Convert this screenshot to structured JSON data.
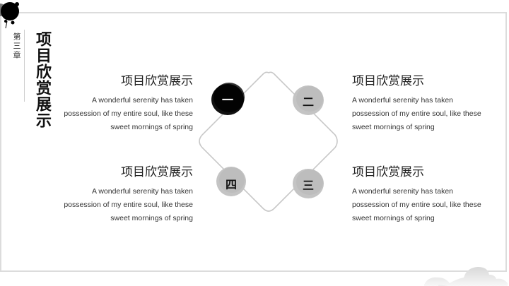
{
  "slide": {
    "chapter_label": "第三章",
    "vertical_title": "项目欣赏展示"
  },
  "items": [
    {
      "number": "一",
      "heading": "项目欣赏展示",
      "description_lines": [
        "A wonderful serenity has taken",
        "possession of my entire soul, like these",
        "sweet mornings of spring"
      ]
    },
    {
      "number": "二",
      "heading": "项目欣赏展示",
      "description_lines": [
        "A wonderful serenity has taken",
        "possession of my entire soul, like these",
        "sweet mornings of spring"
      ]
    },
    {
      "number": "三",
      "heading": "项目欣赏展示",
      "description_lines": [
        "A wonderful serenity has taken",
        "possession of my entire soul, like these",
        "sweet mornings of spring"
      ]
    },
    {
      "number": "四",
      "heading": "项目欣赏展示",
      "description_lines": [
        "A wonderful serenity has taken",
        "possession of my entire soul, like these",
        "sweet mornings of spring"
      ]
    }
  ],
  "colors": {
    "active_node": "#111111",
    "inactive_node": "#c4c4c4",
    "diamond_stroke": "#c8c8c8",
    "frame_border": "#dcdcdc"
  },
  "icons": {
    "top_left_decoration": "ink-splash-icon",
    "bottom_right_decoration": "cloud-icon"
  }
}
